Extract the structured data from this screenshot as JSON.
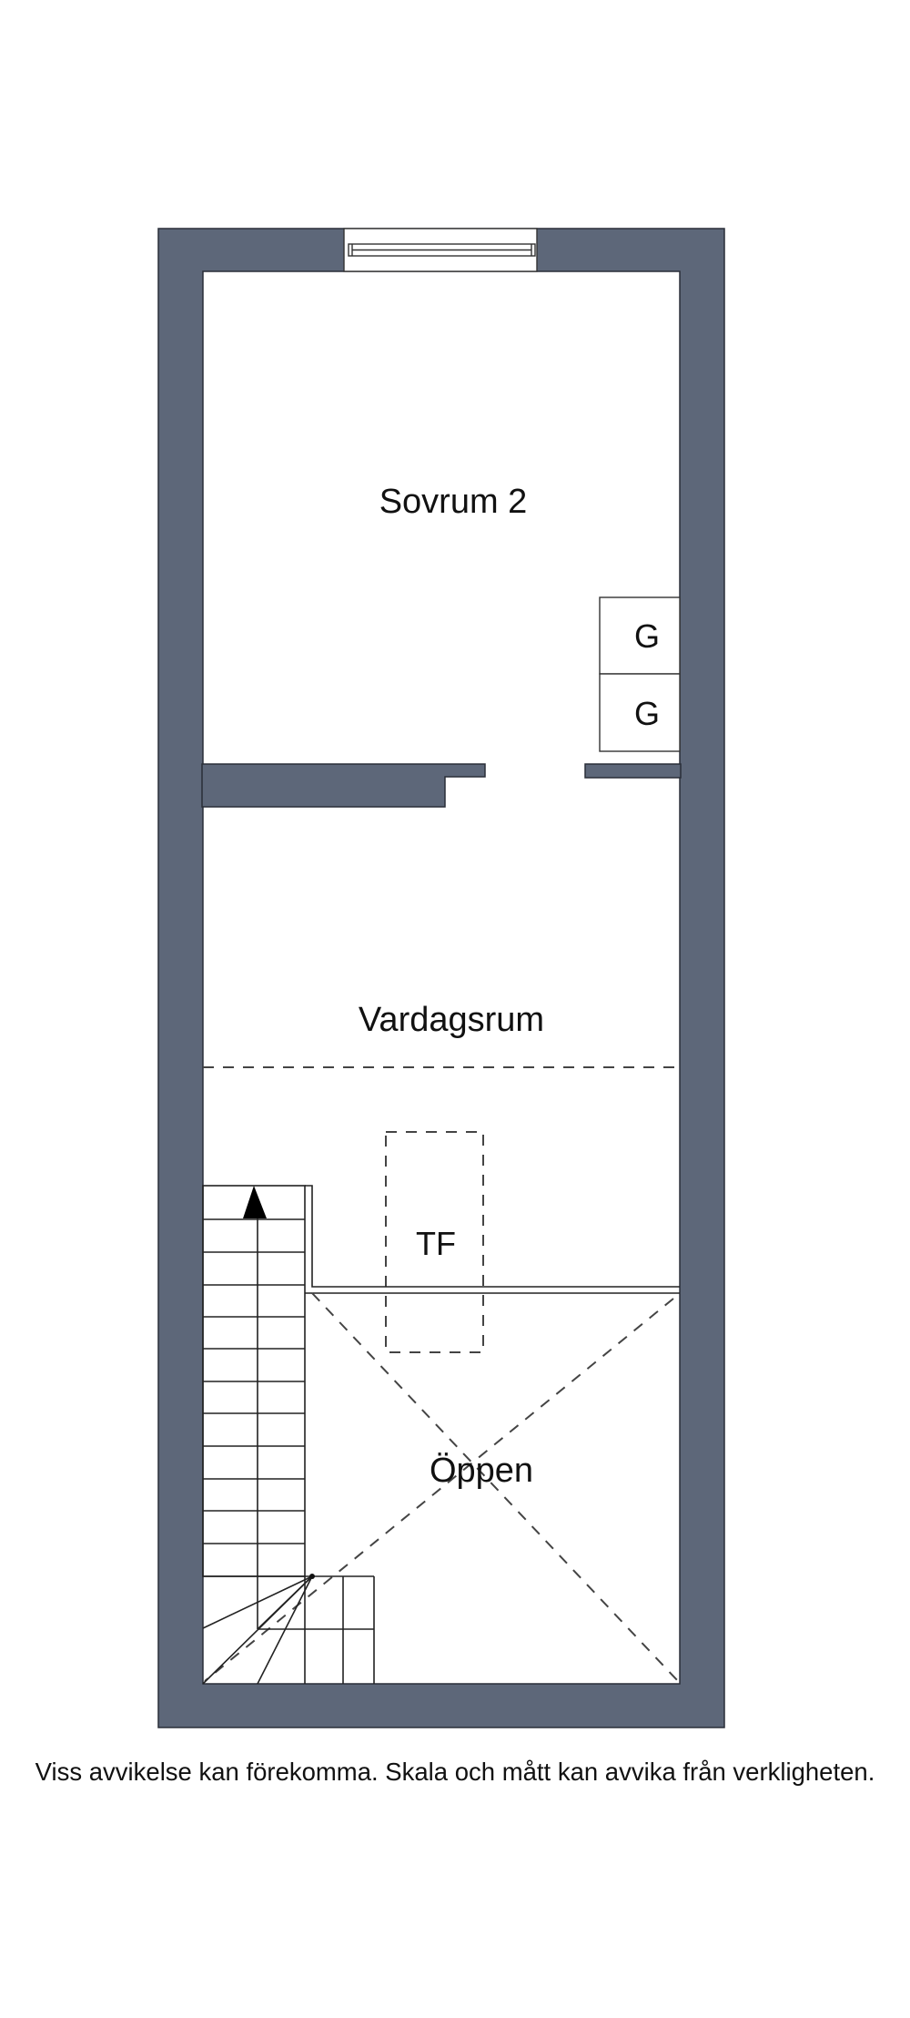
{
  "floorplan": {
    "rooms": {
      "bedroom": {
        "label": "Sovrum 2"
      },
      "living_room": {
        "label": "Vardagsrum"
      },
      "open_void": {
        "label": "Öppen"
      }
    },
    "fixtures": {
      "wardrobe_1": {
        "label": "G"
      },
      "wardrobe_2": {
        "label": "G"
      },
      "roof_hatch": {
        "label": "TF"
      }
    },
    "stair_direction": "up",
    "colors": {
      "wall": "#5d6779",
      "background": "#ffffff",
      "lines": "#222222"
    }
  },
  "footer": {
    "disclaimer": "Viss avvikelse kan förekomma. Skala och mått kan avvika från verkligheten."
  }
}
